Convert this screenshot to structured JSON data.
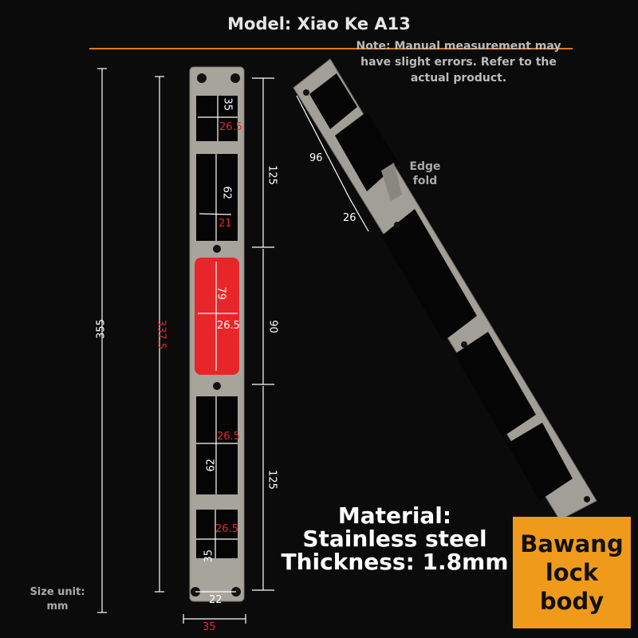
{
  "title": "Model: Xiao Ke A13",
  "note": "Note: Manual measurement may have slight errors. Refer to the actual product.",
  "dimensions": {
    "total_length": "355",
    "inner_length": "337.5",
    "top_section": "125",
    "middle_section": "90",
    "bottom_section": "125",
    "top_window_height": "35",
    "top_window_width": "26.5",
    "second_window_height": "62",
    "second_window_width": "21",
    "red_window_height": "79",
    "red_window_width": "26.5",
    "third_window_width": "26.5",
    "third_window_height": "62",
    "bottom_window_width": "26.5",
    "bottom_window_height": "35",
    "hole_spacing": "22",
    "plate_width": "35",
    "side_96": "96",
    "side_26": "26"
  },
  "edge_fold": "Edge fold",
  "material": {
    "line1": "Material:",
    "line2": "Stainless steel",
    "line3": "Thickness: 1.8mm"
  },
  "badge": "Bawang lock body",
  "size_unit": "Size unit: mm",
  "colors": {
    "accent": "#e07a1a",
    "badge": "#f09a1c",
    "highlight": "#e8262a",
    "steel": "#a7a49c"
  }
}
